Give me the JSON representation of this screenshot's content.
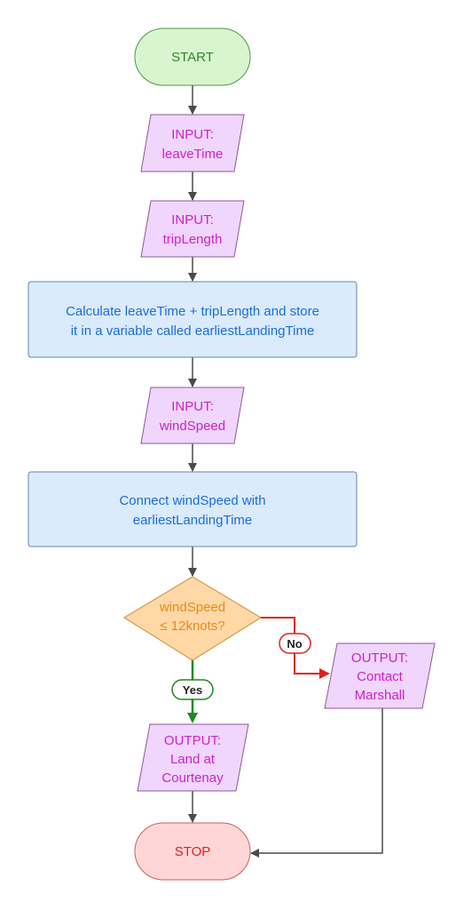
{
  "flowchart": {
    "start": {
      "label": "START",
      "fill": "#d9f5d0",
      "stroke": "#4a9a3a",
      "text_color": "#2e8b1e"
    },
    "input_leave_time": {
      "line1": "INPUT:",
      "line2": "leaveTime"
    },
    "input_trip_length": {
      "line1": "INPUT:",
      "line2": "tripLength"
    },
    "process_calculate": {
      "line1": "Calculate leaveTime + tripLength and store",
      "line2": "it in a variable called earliestLandingTime"
    },
    "input_wind_speed": {
      "line1": "INPUT:",
      "line2": "windSpeed"
    },
    "process_connect": {
      "line1": "Connect windSpeed with",
      "line2": "earliestLandingTime"
    },
    "decision": {
      "line1": "windSpeed",
      "line2": "≤ 12knots?",
      "fill": "#ffd8a6",
      "stroke": "#c98a30",
      "text_color": "#e88a1a"
    },
    "badge_no": {
      "label": "No",
      "color": "#e02020"
    },
    "badge_yes": {
      "label": "Yes",
      "color": "#1f8a1f"
    },
    "output_contact": {
      "line1": "OUTPUT:",
      "line2": "Contact",
      "line3": "Marshall"
    },
    "output_land": {
      "line1": "OUTPUT:",
      "line2": "Land at",
      "line3": "Courtenay"
    },
    "stop": {
      "label": "STOP",
      "fill": "#ffd6d6",
      "stroke": "#c86060",
      "text_color": "#e02020"
    },
    "colors": {
      "io_fill": "#f0d5fc",
      "io_stroke": "#8a5a9a",
      "io_text": "#cc22cc",
      "process_fill": "#dbeafd",
      "process_stroke": "#5f86b3",
      "process_text": "#1a6ed8",
      "connector": "#4a4a4a"
    }
  }
}
